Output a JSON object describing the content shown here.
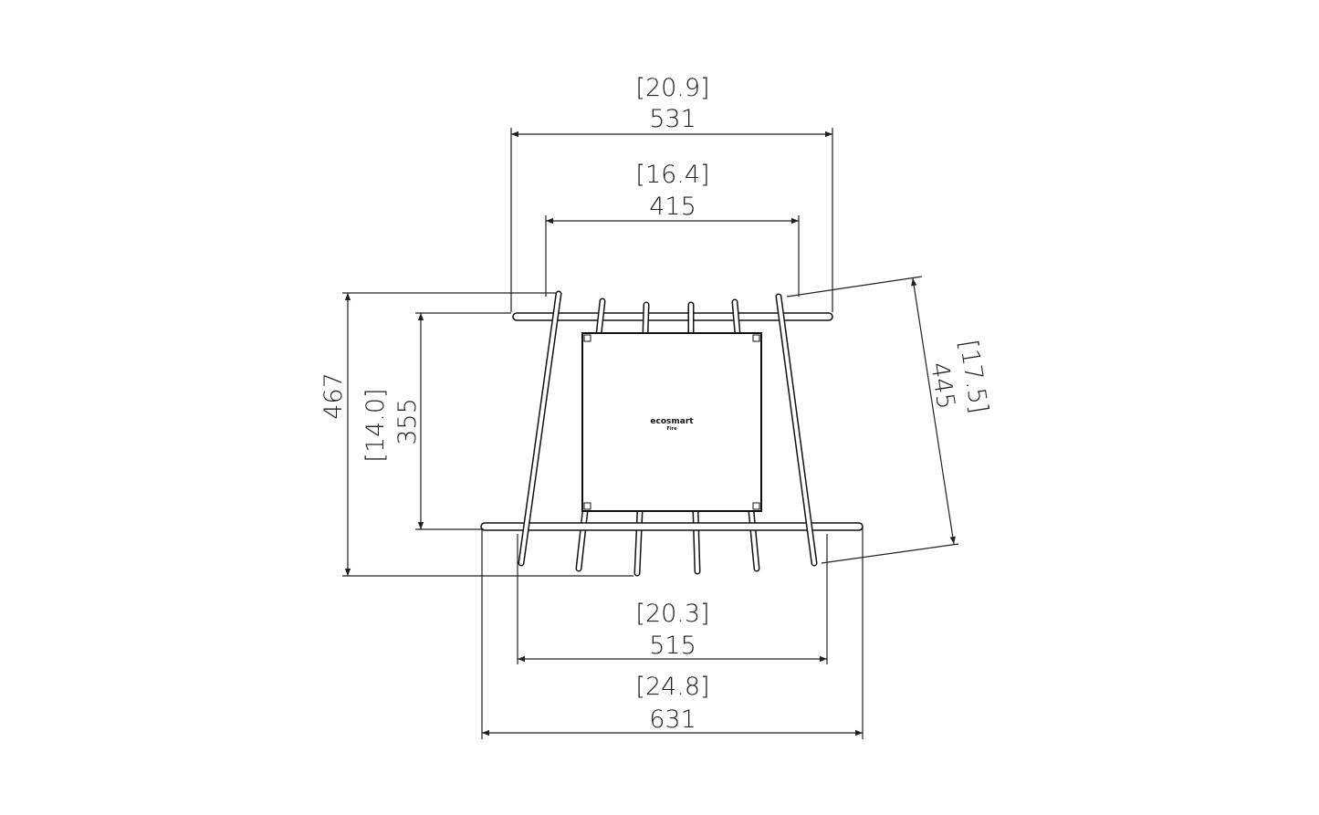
{
  "drawing": {
    "dimensions": {
      "top_outer": {
        "inches": "[20.9]",
        "mm": "531"
      },
      "top_inner": {
        "inches": "[16.4]",
        "mm": "415"
      },
      "left_outer": {
        "mm": "467"
      },
      "left_inner": {
        "inches": "[14.0]",
        "mm": "355"
      },
      "right_diagonal": {
        "inches": "[17.5]",
        "mm": "445"
      },
      "bottom_inner": {
        "inches": "[20.3]",
        "mm": "515"
      },
      "bottom_outer": {
        "inches": "[24.8]",
        "mm": "631"
      }
    },
    "logo": {
      "brand": "ecosmart",
      "sub": "Fire"
    },
    "line_color": "#222222"
  }
}
